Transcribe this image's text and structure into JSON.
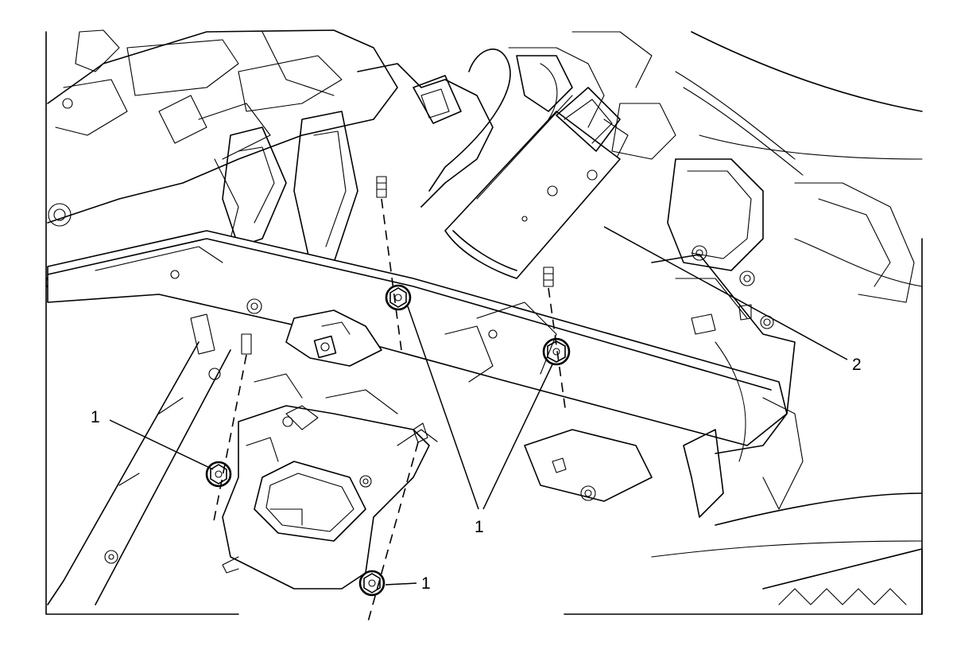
{
  "callouts": {
    "c1_left": "1",
    "c1_center": "1",
    "c1_bottom": "1",
    "c2_right": "2"
  },
  "icons": [
    "hex-flange-nut",
    "steering-column",
    "instrument-panel-carrier-beam"
  ]
}
